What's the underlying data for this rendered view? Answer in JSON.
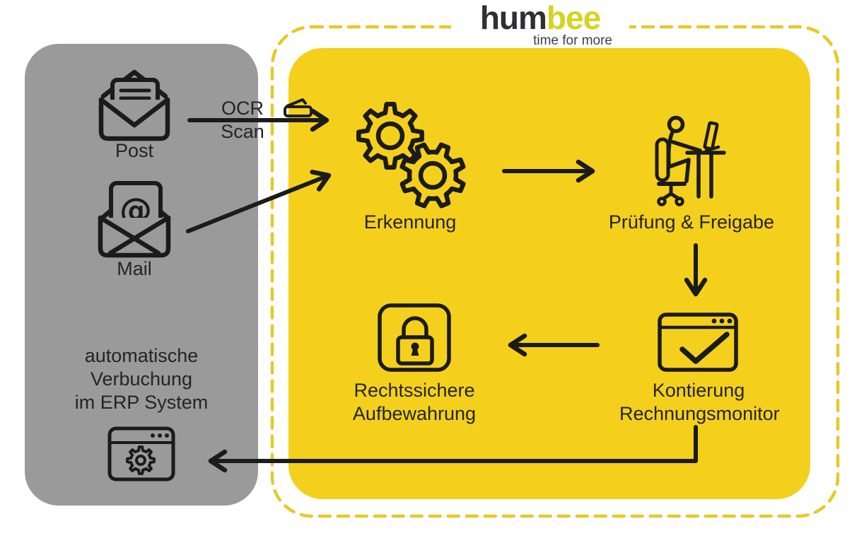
{
  "logo": {
    "name_dark": "hum",
    "name_accent": "bee",
    "tagline": "time for more"
  },
  "left_panel": {
    "post_label": "Post",
    "mail_label": "Mail",
    "mail_at_symbol": "@",
    "erp_caption_lines": [
      "automatische",
      "Verbuchung",
      "im ERP System"
    ]
  },
  "process": {
    "ocr_label": "OCR Scan",
    "step_recognition": "Erkennung",
    "step_review": "Prüfung & Freigabe",
    "step_posting_lines": [
      "Kontierung",
      "Rechnungsmonitor"
    ],
    "step_archive_lines": [
      "Rechtssichere",
      "Aufbewahrung"
    ]
  },
  "colors": {
    "panel_gray": "#9A9A9A",
    "panel_yellow": "#F4D01C",
    "dashed_border": "#E6C929",
    "ink": "#1B1B1B",
    "logo_dark": "#303034",
    "logo_accent": "#D5D41F",
    "logo_tagline": "#3E3E48"
  }
}
